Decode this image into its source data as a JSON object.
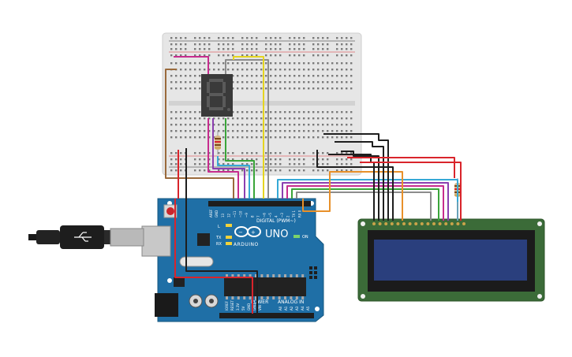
{
  "arduino": {
    "model": "UNO",
    "brand": "ARDUINO",
    "digital_label": "DIGITAL (PWM~)",
    "analog_label": "ANALOG IN",
    "power_label": "POWER",
    "tx": "TX",
    "rx": "RX",
    "l": "L",
    "on": "ON",
    "aref": "AREF",
    "gnd": "GND",
    "digital_pins": [
      "13",
      "12",
      "~11",
      "~10",
      "~9",
      "8",
      "7",
      "~6",
      "~5",
      "4",
      "~3",
      "2",
      "TX 1",
      "RX 0"
    ],
    "power_pins": [
      "IOREF",
      "RESET",
      "3.3V",
      "5V",
      "GND",
      "GND",
      "VIN"
    ],
    "analog_pins": [
      "A0",
      "A1",
      "A2",
      "A3",
      "A4",
      "A5"
    ]
  },
  "display": {
    "digit": "8"
  },
  "lcd": {
    "pin_count": 16
  },
  "colors": {
    "arduino_board": "#1f6fa6",
    "breadboard": "#e6e6e6",
    "lcd_board": "#3b6b38",
    "lcd_screen": "#2a3f7d",
    "seg_off": "#5a5a5a",
    "seg_case": "#3a3a3a",
    "usb_body": "#222222",
    "wire_red": "#d9242b",
    "wire_black": "#1e1e1e",
    "wire_pink": "#c72c8e",
    "wire_brown": "#9a6a3c",
    "wire_grey": "#8c8c8c",
    "wire_yellow": "#e5d520",
    "wire_cyan": "#36a9d6",
    "wire_green": "#3aa53a",
    "wire_purple": "#8b3fb0",
    "wire_orange": "#e8902a"
  }
}
